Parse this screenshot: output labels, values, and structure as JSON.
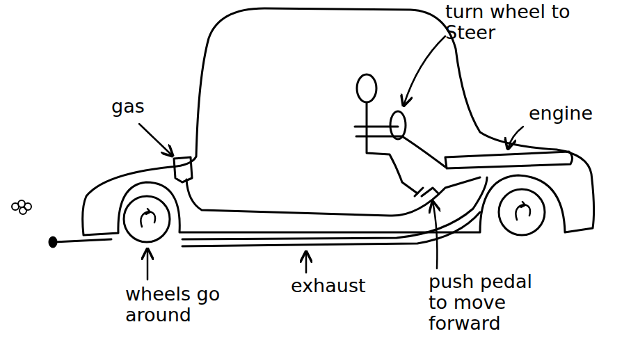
{
  "diagram": {
    "labels": [
      "turn wheel to Steer",
      "gas",
      "engine",
      "wheels go around",
      "exhaust",
      "push pedal to move forward"
    ]
  }
}
